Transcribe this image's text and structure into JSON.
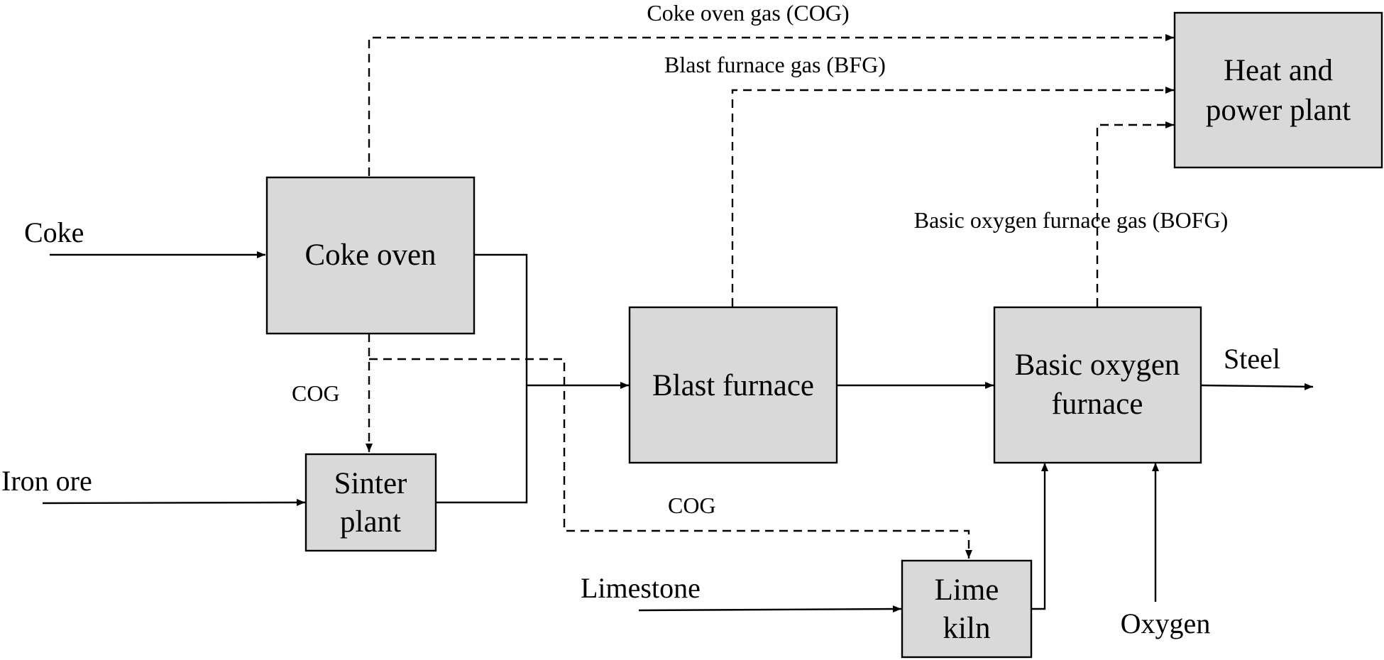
{
  "boxes": {
    "coke_oven": [
      "Coke oven"
    ],
    "sinter_plant": [
      "Sinter",
      "plant"
    ],
    "blast_furnace": [
      "Blast furnace"
    ],
    "basic_oxygen_furnace": [
      "Basic oxygen",
      "furnace"
    ],
    "lime_kiln": [
      "Lime",
      "kiln"
    ],
    "heat_power_plant": [
      "Heat and",
      "power plant"
    ]
  },
  "inputs": {
    "coke": "Coke",
    "iron_ore": "Iron ore",
    "limestone": "Limestone",
    "oxygen": "Oxygen"
  },
  "outputs": {
    "steel": "Steel"
  },
  "gas_labels": {
    "cog_top": "Coke oven gas (COG)",
    "bfg": "Blast furnace gas (BFG)",
    "bofg": "Basic oxygen furnace gas (BOFG)",
    "cog_to_sinter": "COG",
    "cog_to_kiln": "COG"
  },
  "colors": {
    "box_fill": "#d9d9d9",
    "line": "#000000"
  }
}
